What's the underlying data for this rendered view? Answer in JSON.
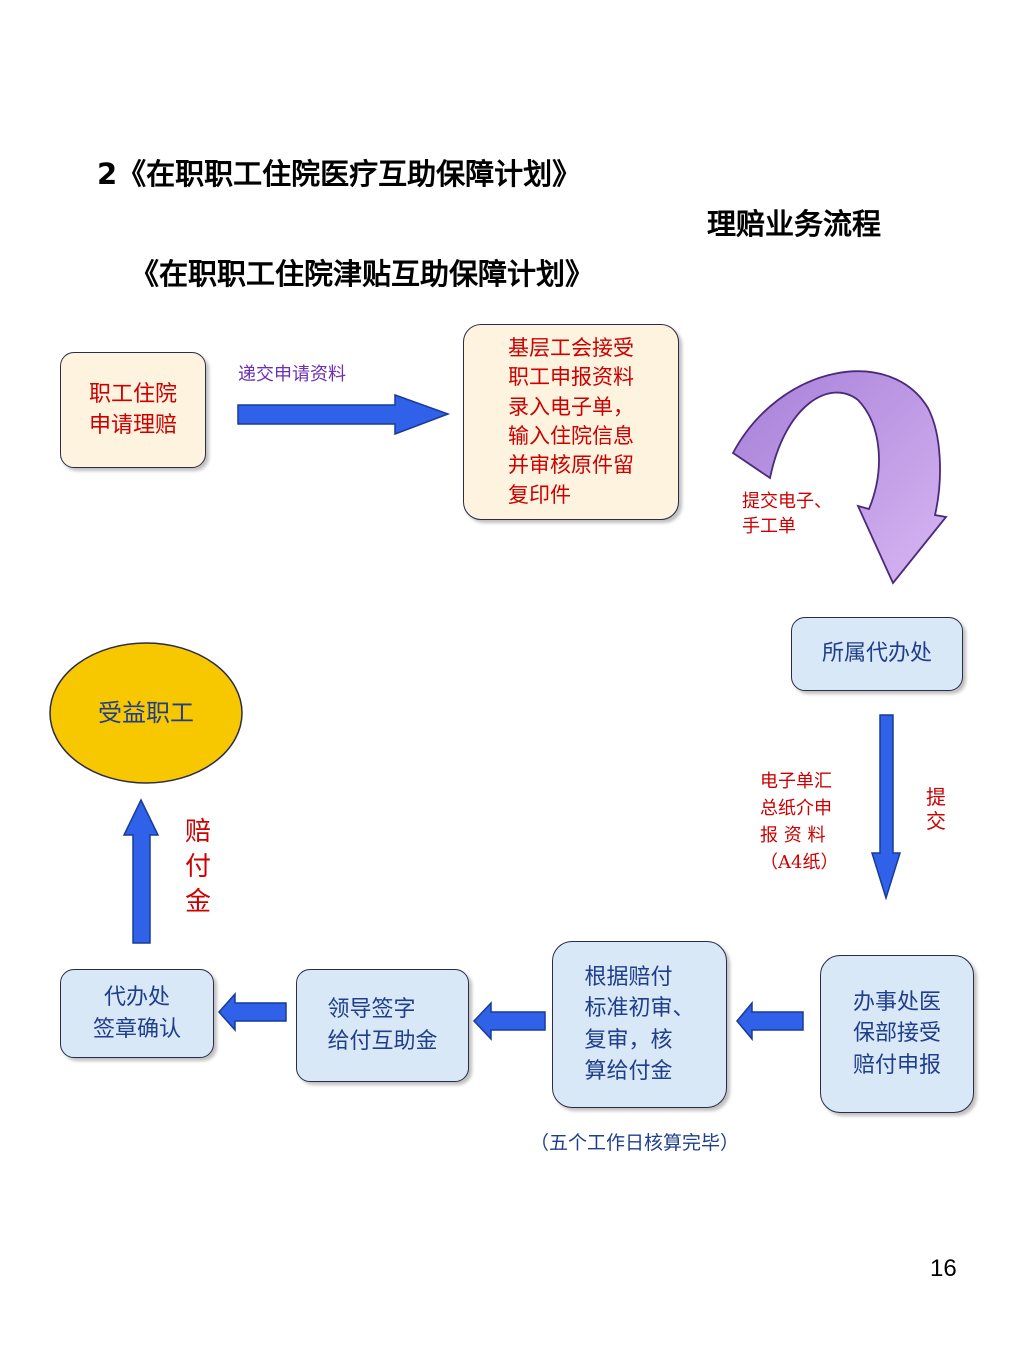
{
  "header": {
    "line1": "2《在职职工住院医疗互助保障计划》",
    "line2": "理赔业务流程",
    "line3": "《在职职工住院津贴互助保障计划》"
  },
  "nodes": {
    "employee_apply": "职工住院\n申请理赔",
    "union_receive": "基层工会接受\n职工申报资料\n录入电子单，\n输入住院信息\n并审核原件留\n复印件",
    "agency_office": "所属代办处",
    "medical_dept": "办事处医\n保部接受\n赔付申报",
    "review": "根据赔付\n标准初审、\n复审，核\n算给付金",
    "leader_sign": "领导签字\n给付互助金",
    "agency_confirm": "代办处\n签章确认",
    "beneficiary": "受益职工"
  },
  "labels": {
    "submit_materials": "递交申请资料",
    "submit_electronic": "提交电子、\n手工单",
    "summary_materials": "电子单汇\n总纸介申\n报  资  料\n（A4纸）",
    "submit": "提\n交",
    "pay_out": "赔\n付\n金",
    "deadline": "（五个工作日核算完毕）"
  },
  "page_number": "16",
  "colors": {
    "box_fill_warm": "#fdf3df",
    "box_fill_cool": "#d9e8f6",
    "arrow_blue": "#2f62e8",
    "curved_arrow": "#c39ae6",
    "ellipse_fill": "#f7c700",
    "text_red": "#cc0000",
    "text_blue": "#1f3e8c",
    "label_purple": "#6a2fb5"
  }
}
